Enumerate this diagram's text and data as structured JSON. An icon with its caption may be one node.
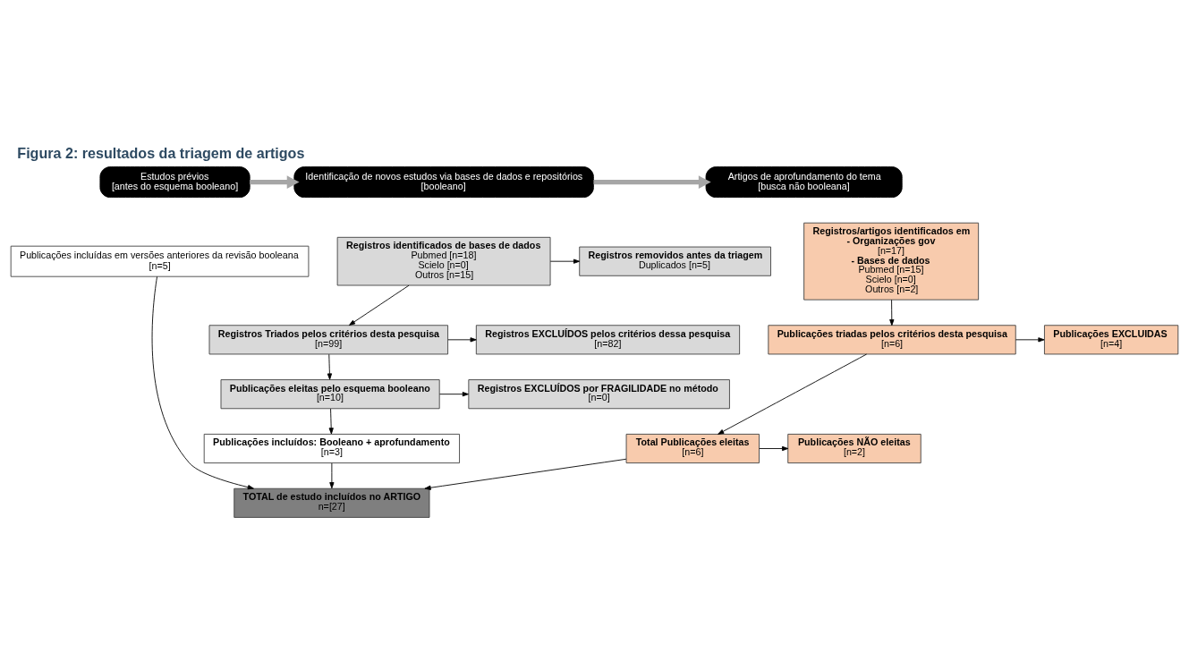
{
  "diagram": {
    "title": "Figura 2: resultados da triagem de artigos",
    "nodes": [
      {
        "text": [
          "Estudos prévios",
          "[antes do esquema booleano]"
        ]
      },
      {
        "text": [
          "Identificação de novos estudos via bases de dados e repositórios",
          "[booleano]"
        ]
      },
      {
        "text": [
          "Artigos de aprofundamento do tema",
          "[busca não booleana]"
        ]
      },
      {
        "text": [
          "Publicações incluídas em versões anteriores da revisão booleana",
          "[n=5]"
        ]
      },
      {
        "text": [
          "Registros identificados de bases de dados",
          "Pubmed [n=18]",
          "Scielo [n=0]",
          "Outros [n=15]"
        ]
      },
      {
        "text": [
          "Registros removidos antes da triagem",
          "Duplicados [n=5]"
        ]
      },
      {
        "text": [
          "Registros Triados pelos critérios desta pesquisa",
          "[n=99]"
        ]
      },
      {
        "text": [
          "Registros EXCLUÍDOS pelos critérios dessa pesquisa",
          "[n=82]"
        ]
      },
      {
        "text": [
          "Publicações eleitas pelo esquema booleano",
          "[n=10]"
        ]
      },
      {
        "text": [
          "Registros EXCLUÍDOS por FRAGILIDADE no método",
          "[n=0]"
        ]
      },
      {
        "text": [
          "Publicações incluídos: Booleano + aprofundamento",
          "[n=3]"
        ]
      },
      {
        "text": [
          "TOTAL de estudo incluídos no ARTIGO",
          "n=[27]"
        ]
      },
      {
        "text": [
          "Registros/artigos identificados em",
          "- Organizações gov",
          "[n=17]",
          "- Bases de dados",
          "Pubmed [n=15]",
          "Scielo [n=0]",
          "Outros [n=2]"
        ]
      },
      {
        "text": [
          "Publicações triadas pelos critérios desta pesquisa",
          "[n=6]"
        ]
      },
      {
        "text": [
          "Publicações EXCLUIDAS",
          "[n=4]"
        ]
      },
      {
        "text": [
          "Total Publicações eleitas",
          "[n=6]"
        ]
      },
      {
        "text": [
          "Publicações NÃO eleitas",
          "[n=2]"
        ]
      }
    ],
    "edges": [
      {
        "from": 0,
        "to": 1,
        "arrow": "to",
        "style": "thick",
        "color": "#a6a6a6"
      },
      {
        "from": 1,
        "to": 2,
        "arrow": "to",
        "style": "thick",
        "color": "#a6a6a6"
      },
      {
        "from": 4,
        "to": 5,
        "arrow": "to"
      },
      {
        "from": 4,
        "to": 6,
        "arrow": "to"
      },
      {
        "from": 6,
        "to": 7,
        "arrow": "to"
      },
      {
        "from": 6,
        "to": 8,
        "arrow": "to"
      },
      {
        "from": 8,
        "to": 9,
        "arrow": "to"
      },
      {
        "from": 8,
        "to": 10,
        "arrow": "to"
      },
      {
        "from": 10,
        "to": 11,
        "arrow": "to"
      },
      {
        "from": 3,
        "to": 11,
        "arrow": "to"
      },
      {
        "from": 12,
        "to": 13,
        "arrow": "to"
      },
      {
        "from": 13,
        "to": 14,
        "arrow": "to"
      },
      {
        "from": 13,
        "to": 15,
        "arrow": "to"
      },
      {
        "from": 15,
        "to": 16,
        "arrow": "to"
      },
      {
        "from": 15,
        "to": 11,
        "arrow": "to"
      }
    ]
  }
}
